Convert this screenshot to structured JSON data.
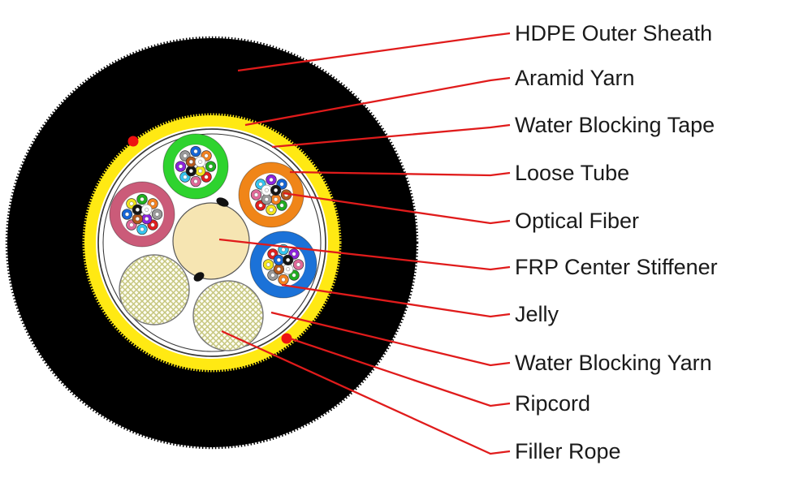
{
  "diagram": {
    "type": "fiber-optic-cable-cross-section",
    "labels": [
      {
        "text": "HDPE Outer Sheath"
      },
      {
        "text": "Aramid Yarn"
      },
      {
        "text": "Water Blocking Tape"
      },
      {
        "text": "Loose Tube"
      },
      {
        "text": "Optical Fiber"
      },
      {
        "text": "FRP Center Stiffener"
      },
      {
        "text": "Jelly"
      },
      {
        "text": "Water Blocking Yarn"
      },
      {
        "text": "Ripcord"
      },
      {
        "text": "Filler Rope"
      }
    ],
    "colors": {
      "background": "#ffffff",
      "label_text": "#1a1a1a",
      "leader_line": "#e01b1b",
      "outer_sheath": "#000000",
      "aramid_yarn": "#ffe913",
      "water_blocking_tape": "#3a3a3a",
      "interior": "#ffffff",
      "frp_center_stiffener": "#f6e5b2",
      "frp_outline": "#555555",
      "filler_rope_fill": "#fdfdf3",
      "filler_rope_hatch": "#c6c67e",
      "filler_rope_outline": "#777777",
      "ripcord_dot": "#ee1111",
      "tube_outline": "rgba(0,0,0,0.35)"
    },
    "fiber_palette": {
      "blue": "#1565d8",
      "orange": "#f58220",
      "green": "#1faf1f",
      "brown": "#b4581c",
      "slate": "#9a9a9a",
      "white": "#ffffff",
      "red": "#e31e1e",
      "black": "#151515",
      "yellow": "#f2e41c",
      "violet": "#8d22dd",
      "rose": "#e06898",
      "aqua": "#35c5f0"
    },
    "loose_tubes": [
      {
        "name": "green",
        "color": "#2ed32e",
        "fibers": [
          "green",
          "red",
          "rose",
          "aqua",
          "violet",
          "slate",
          "blue",
          "orange",
          "yellow",
          "black",
          "brown",
          "white"
        ]
      },
      {
        "name": "orange",
        "color": "#f08518",
        "fibers": [
          "brown",
          "green",
          "yellow",
          "red",
          "rose",
          "aqua",
          "violet",
          "blue",
          "orange",
          "slate",
          "white",
          "black"
        ]
      },
      {
        "name": "rose",
        "color": "#cb5b79",
        "fibers": [
          "slate",
          "red",
          "aqua",
          "rose",
          "blue",
          "yellow",
          "green",
          "orange",
          "violet",
          "brown",
          "black",
          "white"
        ]
      },
      {
        "name": "blue",
        "color": "#1b72d8",
        "fibers": [
          "rose",
          "green",
          "orange",
          "slate",
          "yellow",
          "red",
          "aqua",
          "violet",
          "white",
          "brown",
          "blue",
          "black"
        ]
      }
    ]
  }
}
